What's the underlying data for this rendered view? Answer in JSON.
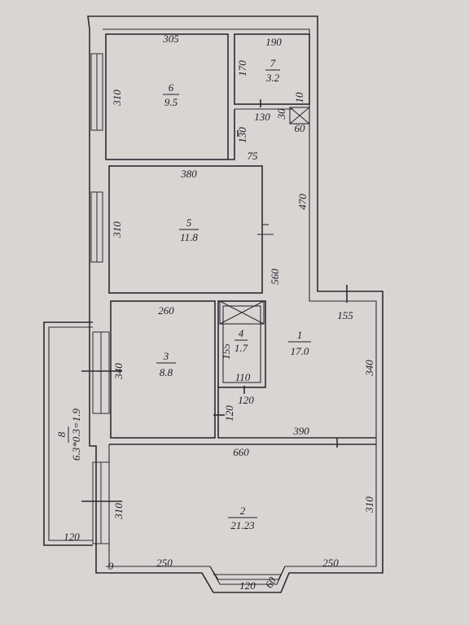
{
  "rooms": [
    {
      "number": "1",
      "area": "17.0"
    },
    {
      "number": "2",
      "area": "21.23"
    },
    {
      "number": "3",
      "area": "8.8"
    },
    {
      "number": "4",
      "area": "1.7"
    },
    {
      "number": "5",
      "area": "11.8"
    },
    {
      "number": "6",
      "area": "9.5"
    },
    {
      "number": "7",
      "area": "3.2"
    },
    {
      "number": "8",
      "area": "6.3*0.3=1.9"
    }
  ],
  "dimensions": {
    "room6_width": "305",
    "room6_height": "310",
    "room7_width": "190",
    "room7_height": "170",
    "room7_small_a": "10",
    "room7_small_b": "30",
    "corridor_130_top": "130",
    "shaft_60": "60",
    "corridor_130_side": "130",
    "corridor_75": "75",
    "room5_width": "380",
    "room5_height": "310",
    "room1_470": "470",
    "room1_560": "560",
    "room1_155": "155",
    "room1_340": "340",
    "room1_390": "390",
    "room3_width": "260",
    "room3_height": "340",
    "room4_height": "155",
    "room4_width": "110",
    "door_120_a": "120",
    "door_120_b": "120",
    "room2_width": "660",
    "room2_height_left": "310",
    "room2_height_right": "310",
    "room2_bottom_left": "250",
    "room2_bottom_right": "250",
    "bay_width": "120",
    "bay_side": "60",
    "corner_zero": "0",
    "balcony_120": "120"
  }
}
